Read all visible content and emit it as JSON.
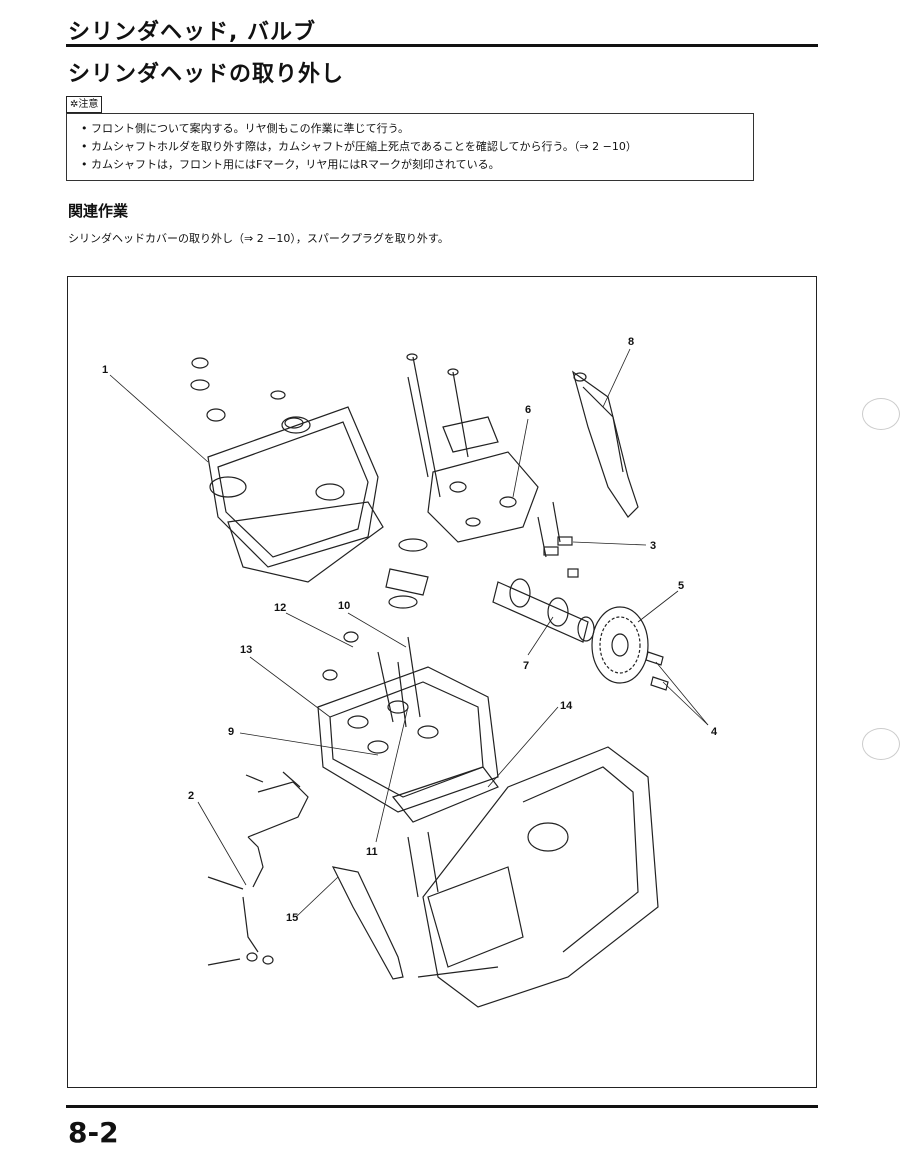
{
  "header": {
    "title": "シリンダヘッド, バルブ"
  },
  "section": {
    "title": "シリンダヘッドの取り外し"
  },
  "caution": {
    "label": "注意",
    "items": [
      "フロント側について案内する。リヤ側もこの作業に準じて行う。",
      "カムシャフトホルダを取り外す際は，カムシャフトが圧縮上死点であることを確認してから行う。（⇒ 2 −10）",
      "カムシャフトは，フロント用にはFマーク，リヤ用にはRマークが刻印されている。"
    ]
  },
  "related": {
    "heading": "関連作業",
    "text": "シリンダヘッドカバーの取り外し（⇒ 2 −10），スパークプラグを取り外す。"
  },
  "diagram": {
    "callouts": {
      "c1": "1",
      "c2": "2",
      "c3": "3",
      "c4": "4",
      "c5": "5",
      "c6": "6",
      "c7": "7",
      "c8": "8",
      "c9": "9",
      "c10": "10",
      "c11": "11",
      "c12": "12",
      "c13": "13",
      "c14": "14",
      "c15": "15"
    }
  },
  "footer": {
    "page_number": "8-2"
  }
}
